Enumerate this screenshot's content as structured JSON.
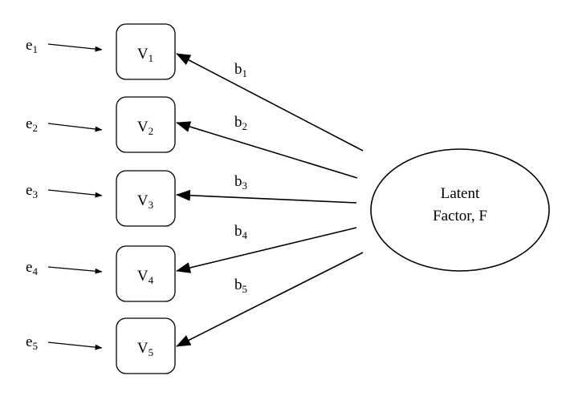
{
  "latent_factor": {
    "label_line1": "Latent",
    "label_line2": "Factor, F"
  },
  "variables": [
    {
      "letter": "V",
      "subscript": "1"
    },
    {
      "letter": "V",
      "subscript": "2"
    },
    {
      "letter": "V",
      "subscript": "3"
    },
    {
      "letter": "V",
      "subscript": "4"
    },
    {
      "letter": "V",
      "subscript": "5"
    }
  ],
  "errors": [
    {
      "letter": "e",
      "subscript": "1"
    },
    {
      "letter": "e",
      "subscript": "2"
    },
    {
      "letter": "e",
      "subscript": "3"
    },
    {
      "letter": "e",
      "subscript": "4"
    },
    {
      "letter": "e",
      "subscript": "5"
    }
  ],
  "loadings": [
    {
      "letter": "b",
      "subscript": "1"
    },
    {
      "letter": "b",
      "subscript": "2"
    },
    {
      "letter": "b",
      "subscript": "3"
    },
    {
      "letter": "b",
      "subscript": "4"
    },
    {
      "letter": "b",
      "subscript": "5"
    }
  ]
}
